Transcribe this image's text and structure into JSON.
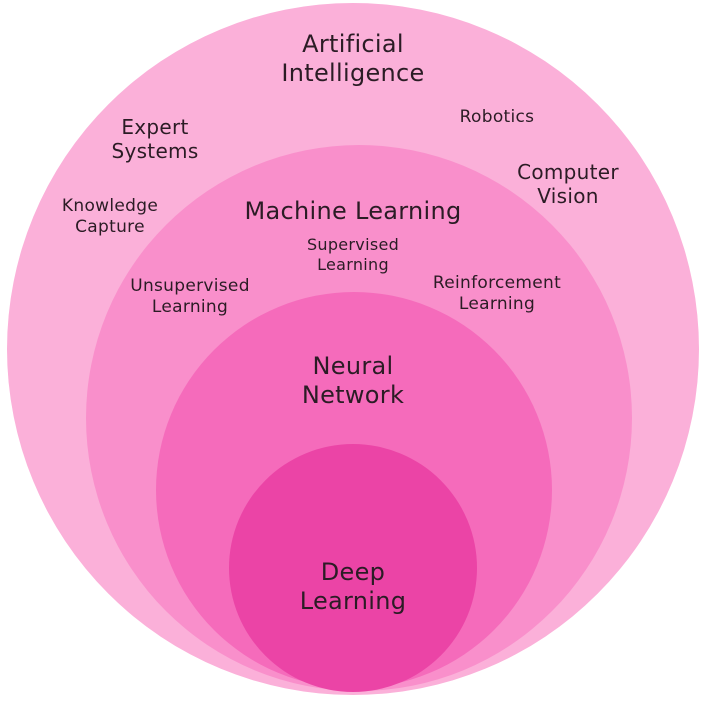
{
  "diagram": {
    "colors": {
      "ai": "#fbb0d9",
      "ml": "#f98fcb",
      "nn": "#f56bbb",
      "dl": "#eb44a6",
      "text": "#2b1c25"
    },
    "ai": {
      "title": "Artificial\nIntelligence",
      "items": {
        "expert_systems": "Expert\nSystems",
        "robotics": "Robotics",
        "computer_vision": "Computer\nVision",
        "knowledge_capture": "Knowledge\nCapture"
      }
    },
    "ml": {
      "title": "Machine Learning",
      "items": {
        "supervised": "Supervised\nLearning",
        "unsupervised": "Unsupervised\nLearning",
        "reinforcement": "Reinforcement\nLearning"
      }
    },
    "nn": {
      "title": "Neural\nNetwork"
    },
    "dl": {
      "title": "Deep\nLearning"
    }
  }
}
